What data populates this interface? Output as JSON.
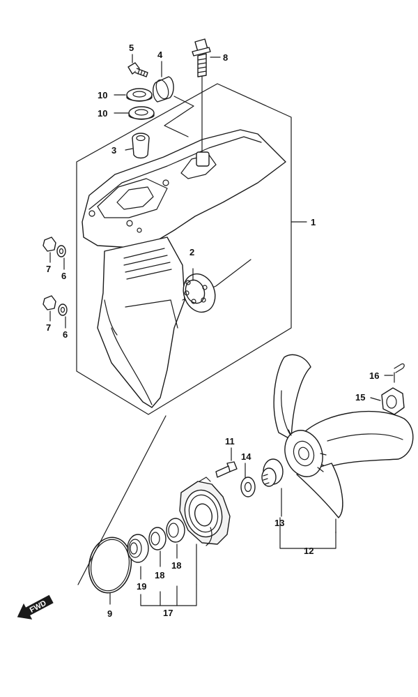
{
  "callouts": [
    {
      "id": "c1",
      "text": "1"
    },
    {
      "id": "c2",
      "text": "2"
    },
    {
      "id": "c3",
      "text": "3"
    },
    {
      "id": "c4",
      "text": "4"
    },
    {
      "id": "c5",
      "text": "5"
    },
    {
      "id": "c6a",
      "text": "6"
    },
    {
      "id": "c6b",
      "text": "6"
    },
    {
      "id": "c7a",
      "text": "7"
    },
    {
      "id": "c7b",
      "text": "7"
    },
    {
      "id": "c8",
      "text": "8"
    },
    {
      "id": "c9",
      "text": "9"
    },
    {
      "id": "c10a",
      "text": "10"
    },
    {
      "id": "c10b",
      "text": "10"
    },
    {
      "id": "c11",
      "text": "11"
    },
    {
      "id": "c12",
      "text": "12"
    },
    {
      "id": "c13",
      "text": "13"
    },
    {
      "id": "c14",
      "text": "14"
    },
    {
      "id": "c15",
      "text": "15"
    },
    {
      "id": "c16",
      "text": "16"
    },
    {
      "id": "c17",
      "text": "17"
    },
    {
      "id": "c18a",
      "text": "18"
    },
    {
      "id": "c18b",
      "text": "18"
    },
    {
      "id": "c19",
      "text": "19"
    }
  ],
  "direction_arrow": {
    "text": "FWD"
  },
  "colors": {
    "line": "#1a1a1a",
    "background": "#ffffff"
  }
}
